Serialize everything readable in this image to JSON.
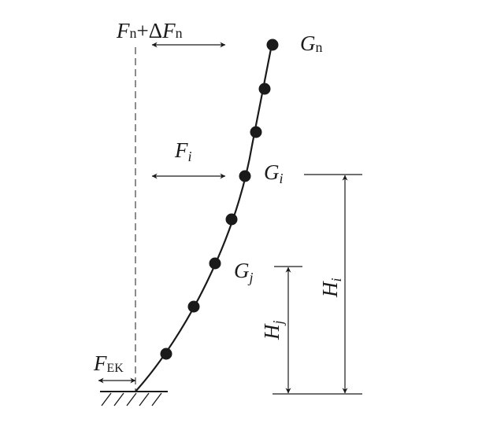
{
  "labels": {
    "force_top": {
      "main": "F",
      "sub": "n",
      "plus": "+",
      "delta": "Δ",
      "main2": "F",
      "sub2": "n"
    },
    "force_i": {
      "main": "F",
      "sub": "i"
    },
    "force_base": {
      "main": "F",
      "sub": "EK"
    },
    "mass_n": {
      "main": "G",
      "sub": "n"
    },
    "mass_i": {
      "main": "G",
      "sub": "i"
    },
    "mass_j": {
      "main": "G",
      "sub": "j"
    },
    "height_i": {
      "main": "H",
      "sub": "i"
    },
    "height_j": {
      "main": "H",
      "sub": "j"
    }
  },
  "lumped_mass_count": 8,
  "colors": {
    "ink": "#1a1a1a",
    "background": "#ffffff"
  }
}
